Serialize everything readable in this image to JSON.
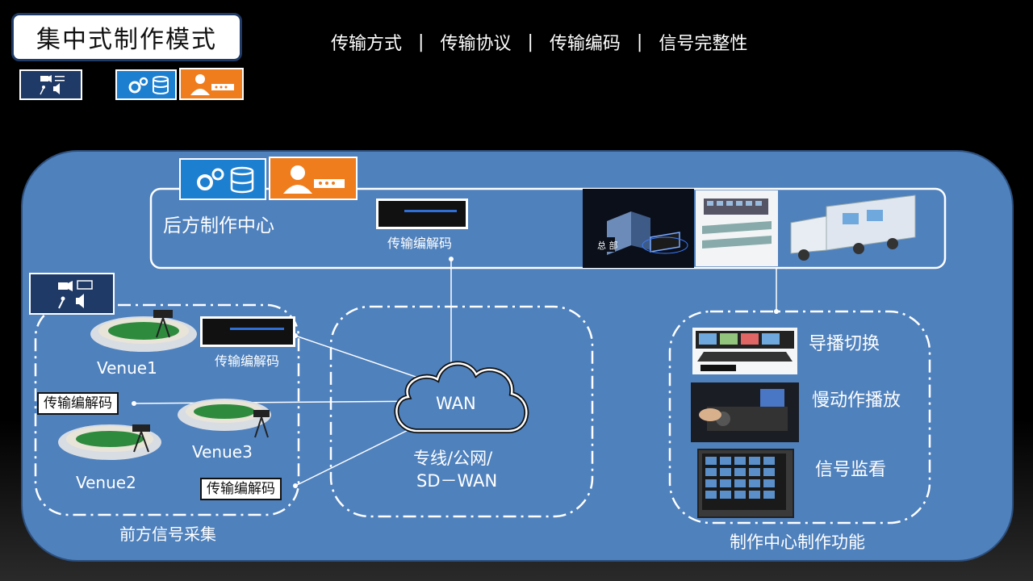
{
  "header": {
    "title": "集中式制作模式",
    "nav": [
      "传输方式",
      "传输协议",
      "传输编码",
      "信号完整性"
    ],
    "separator": "|"
  },
  "icons": {
    "capture": "camera-mic-speaker-icon",
    "processing": "gears-database-icon",
    "operator": "operator-console-icon"
  },
  "colors": {
    "panel": "#4f81bd",
    "navy": "#1f3a66",
    "blue": "#1d7fd0",
    "orange": "#ef7d1e"
  },
  "back_center": {
    "title": "后方制作中心",
    "codec_label": "传输编解码",
    "hq_label": "总 部"
  },
  "front": {
    "title": "前方信号采集",
    "venues": [
      "Venue1",
      "Venue2",
      "Venue3"
    ],
    "codec_label": "传输编解码"
  },
  "network": {
    "cloud_label": "WAN",
    "caption_line1": "专线/公网/",
    "caption_line2": "SD－WAN"
  },
  "functions": {
    "title": "制作中心制作功能",
    "items": [
      "导播切换",
      "慢动作播放",
      "信号监看"
    ]
  }
}
